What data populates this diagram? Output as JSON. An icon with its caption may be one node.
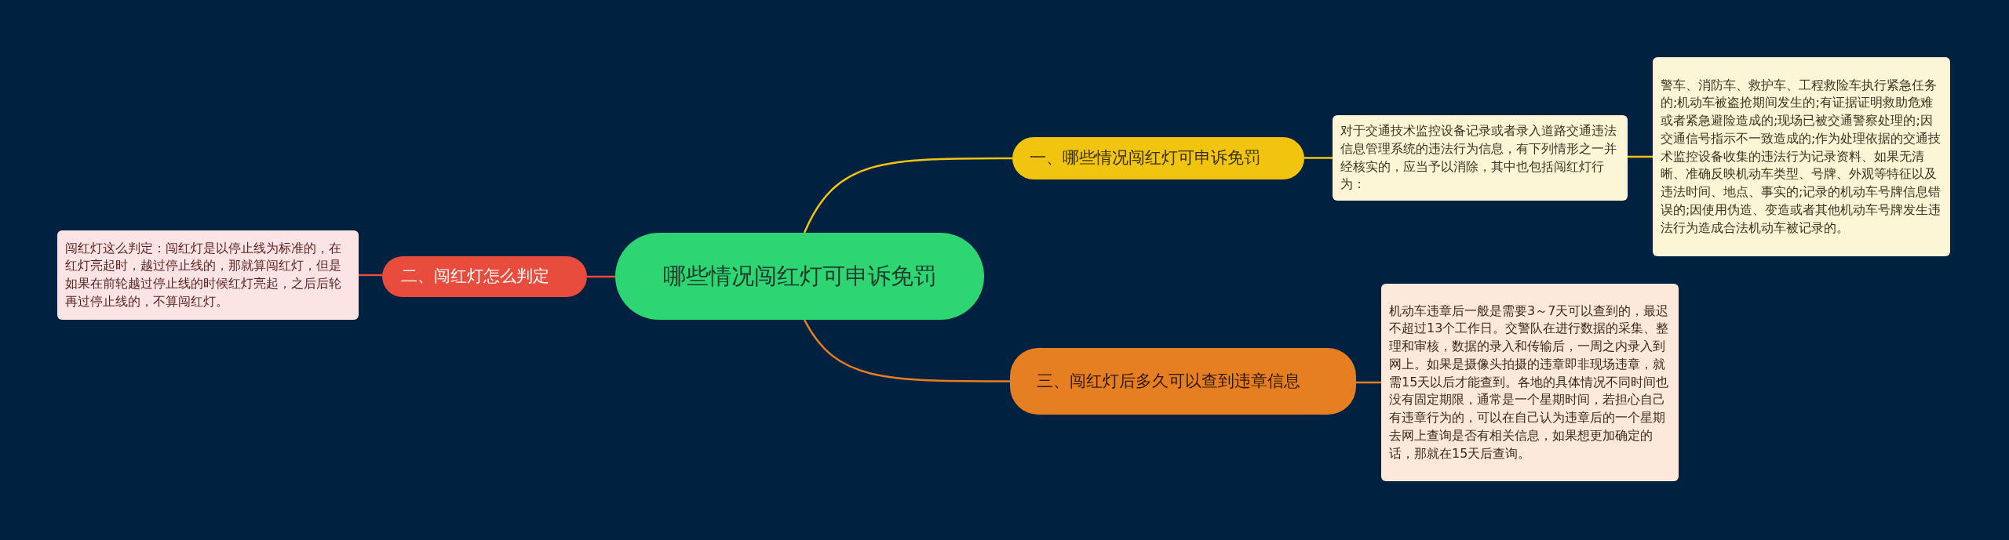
{
  "diagram": {
    "nodes": [
      {
        "text": [
          "哪些情况闯红灯可申诉免罚"
        ]
      },
      {
        "text": [
          "一、哪些情况闯红灯可申诉免罚"
        ]
      },
      {
        "text": [
          "对于交通技术监控设备记录或者录入道路交通违法信息管理系统的违法行为信息，有下列情形之一并经核实的，应当予以消除，其中也包括闯红灯行为："
        ]
      },
      {
        "text": [
          "警车、消防车、救护车、工程救险车执行紧急任务的;机动车被盗抢期间发生的;有证据证明救助危难或者紧急避险造成的;现场已被交通警察处理的;因交通信号指示不一致造成的;作为处理依据的交通技术监控设备收集的违法行为记录资料、如果无清晰、准确反映机动车类型、号牌、外观等特征以及违法时间、地点、事实的;记录的机动车号牌信息错误的;因使用伪造、变造或者其他机动车号牌发生违法行为造成合法机动车被记录的。"
        ]
      },
      {
        "text": [
          "二、闯红灯怎么判定"
        ]
      },
      {
        "text": [
          "闯红灯这么判定：闯红灯是以停止线为标准的，在红灯亮起时，越过停止线的，那就算闯红灯，但是如果在前轮越过停止线的时候红灯亮起，之后后轮再过停止线的，不算闯红灯。"
        ]
      },
      {
        "text": [
          "三、闯红灯后多久可以查到违章信息"
        ]
      },
      {
        "text": [
          "机动车违章后一般是需要3～7天可以查到的，最迟不超过13个工作日。交警队在进行数据的采集、整理和审核，数据的录入和传输后，一周之内录入到网上。如果是摄像头拍摄的违章即非现场违章，就需15天以后才能查到。各地的具体情况不同时间也没有固定期限，通常是一个星期时间，若担心自己有违章行为的，可以在自己认为违章后的一个星期去网上查询是否有相关信息，如果想更加确定的话，那就在15天后查询。"
        ]
      }
    ],
    "edges": [
      {
        "from": 0,
        "to": 1,
        "arrow": "none"
      },
      {
        "from": 1,
        "to": 2,
        "arrow": "none"
      },
      {
        "from": 2,
        "to": 3,
        "arrow": "none"
      },
      {
        "from": 0,
        "to": 4,
        "arrow": "none",
        "color": "#e74c3c"
      },
      {
        "from": 4,
        "to": 5,
        "arrow": "none",
        "color": "#e74c3c"
      },
      {
        "from": 0,
        "to": 6,
        "arrow": "none",
        "color": "#e67e22"
      },
      {
        "from": 6,
        "to": 7,
        "arrow": "none",
        "color": "#e67e22"
      }
    ]
  }
}
